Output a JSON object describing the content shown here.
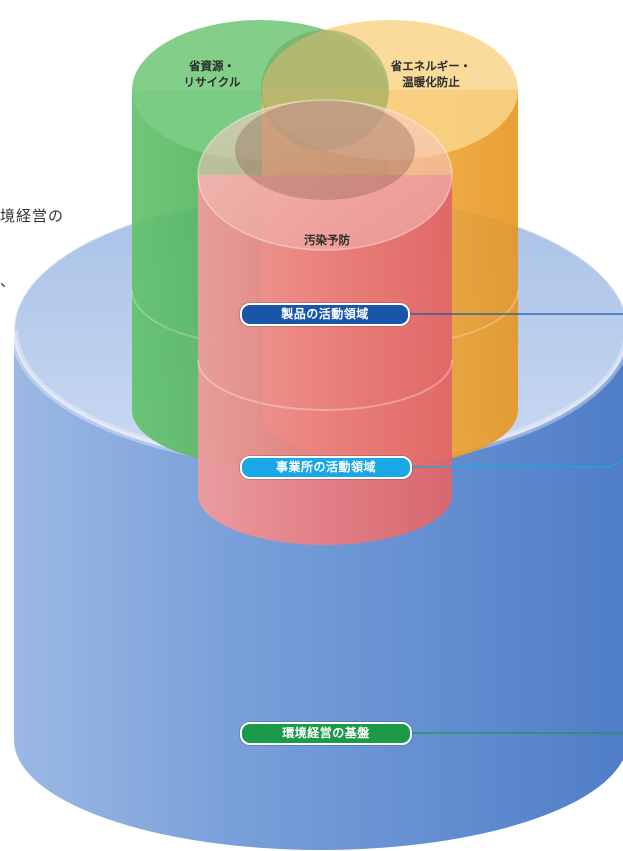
{
  "cylinders": {
    "resource": {
      "label_line1": "省資源・",
      "label_line2": "リサイクル",
      "color": "#49b054"
    },
    "energy": {
      "label_line1": "省エネルギー・",
      "label_line2": "温暖化防止",
      "color": "#f0a93a"
    },
    "pollution": {
      "label": "汚染予防",
      "color": "#e8777a"
    },
    "foundation": {
      "color": "#6c95d2"
    }
  },
  "pills": {
    "product": {
      "label": "製品の活動領域",
      "color": "#1a56a8"
    },
    "site": {
      "label": "事業所の活動領域",
      "color": "#1aa7e6"
    },
    "base": {
      "label": "環境経営の基盤",
      "color": "#1b9a4a"
    }
  },
  "clipped_text": {
    "line1": "境経営の",
    "line2": "、"
  }
}
